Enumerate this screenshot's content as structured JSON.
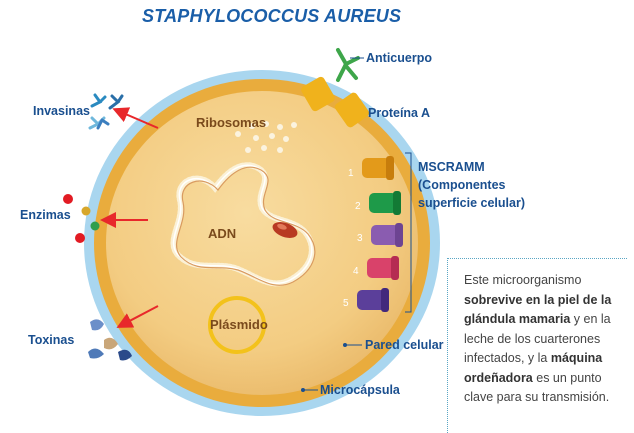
{
  "title": "STAPHYLOCOCCUS AUREUS",
  "labels": {
    "anticuerpo": "Anticuerpo",
    "proteina_a": "Proteína A",
    "mscramm": "MSCRAMM",
    "componentes_1": "(Componentes",
    "componentes_2": "superficie celular)",
    "ribosomas": "Ribosomas",
    "adn": "ADN",
    "plasmido": "Plásmido",
    "invasinas": "Invasinas",
    "enzimas": "Enzimas",
    "toxinas": "Toxinas",
    "pared_celular": "Pared celular",
    "microcapsula": "Microcápsula"
  },
  "mscramm_numbers": [
    "1",
    "2",
    "3",
    "4",
    "5"
  ],
  "note": {
    "p1": "Este microorganismo ",
    "b1": "sobrevive en la piel de la glándula mamaria",
    "p2": " y en la leche de los cuarterones infectados, y la ",
    "b2": "máquina ordeñadora",
    "p3": " es un punto clave para su transmisión."
  },
  "colors": {
    "title": "#1a5ea8",
    "capsule": "#a9d6ef",
    "wall": "#e9ac3d",
    "cytoplasm": "#f5d08a",
    "plasmid": "#f3c21b",
    "arrow": "#e8282b",
    "mscramm": [
      "#e39a1a",
      "#1e9a49",
      "#8a5cb0",
      "#d9426a",
      "#5b3f9a"
    ]
  },
  "icons": [
    "antibody-icon",
    "invasin-icon",
    "enzyme-icon",
    "toxin-icon",
    "dna-icon"
  ]
}
